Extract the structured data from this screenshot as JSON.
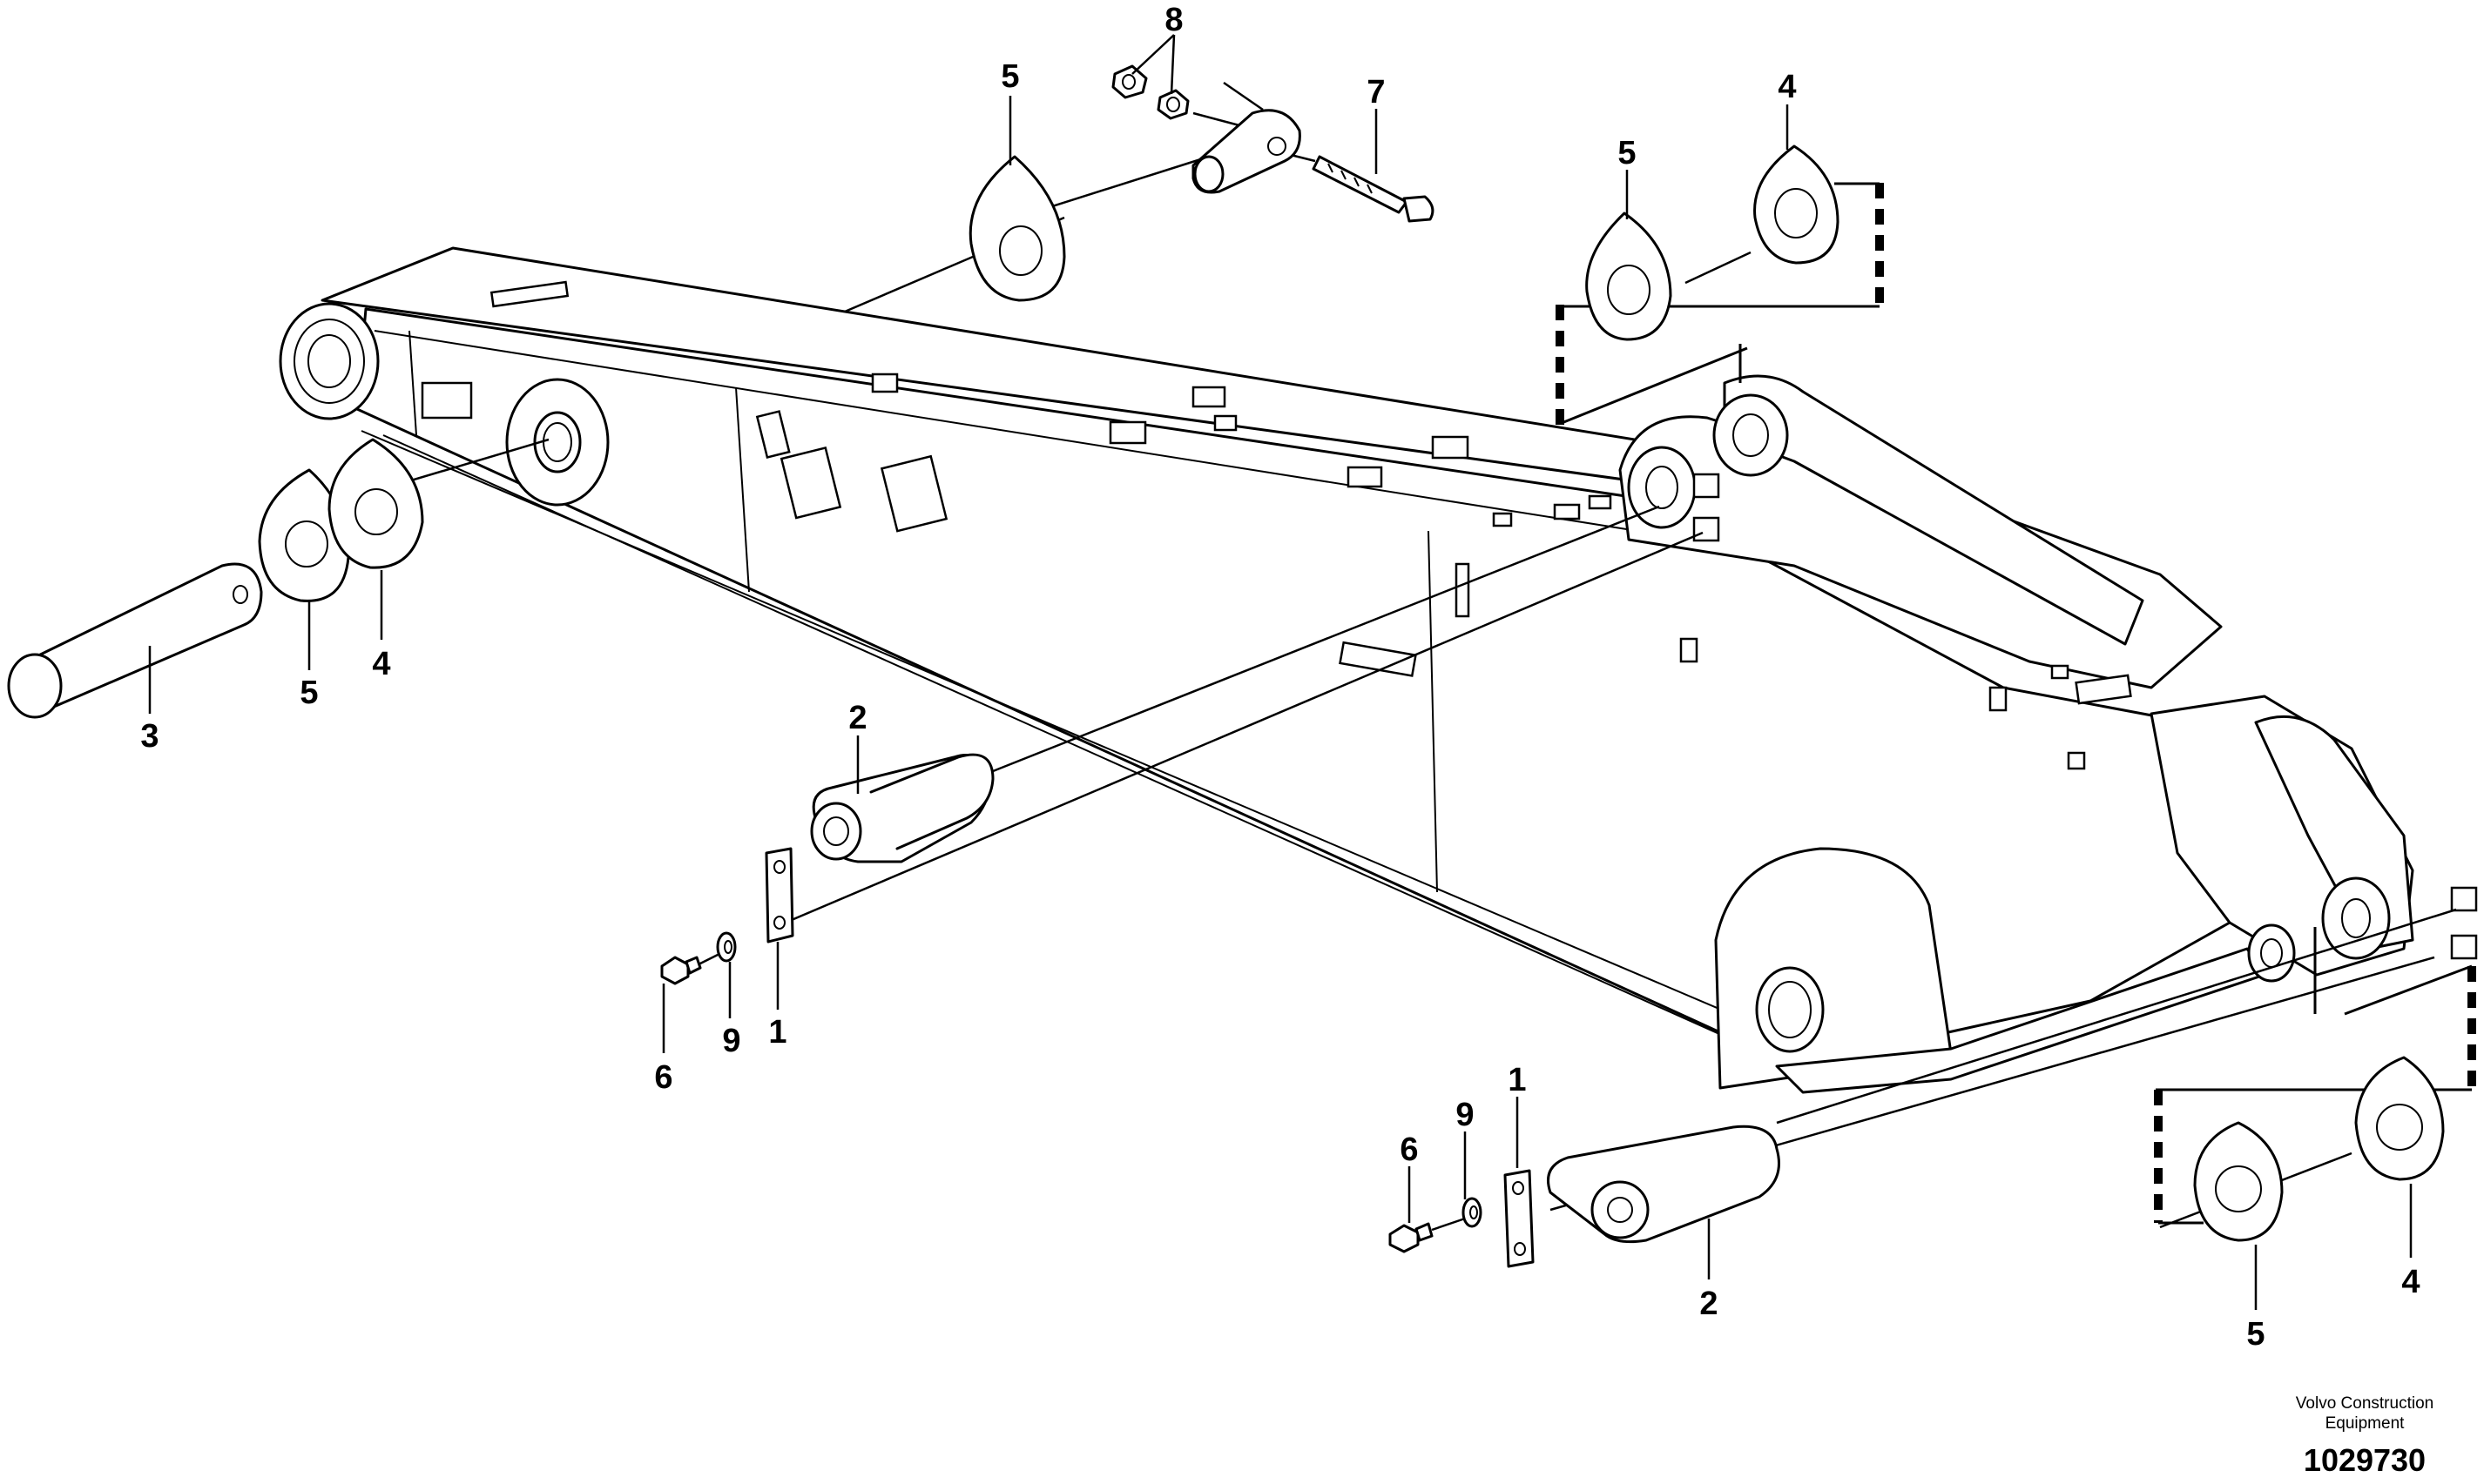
{
  "callouts": [
    {
      "id": "c1",
      "text": "5"
    },
    {
      "id": "c2",
      "text": "8"
    },
    {
      "id": "c3",
      "text": "7"
    },
    {
      "id": "c4",
      "text": "5"
    },
    {
      "id": "c5",
      "text": "4"
    },
    {
      "id": "c6",
      "text": "5"
    },
    {
      "id": "c7",
      "text": "4"
    },
    {
      "id": "c8",
      "text": "3"
    },
    {
      "id": "c9",
      "text": "2"
    },
    {
      "id": "c10",
      "text": "6"
    },
    {
      "id": "c11",
      "text": "9"
    },
    {
      "id": "c12",
      "text": "1"
    },
    {
      "id": "c13",
      "text": "6"
    },
    {
      "id": "c14",
      "text": "9"
    },
    {
      "id": "c15",
      "text": "1"
    },
    {
      "id": "c16",
      "text": "2"
    },
    {
      "id": "c17",
      "text": "5"
    },
    {
      "id": "c18",
      "text": "4"
    }
  ],
  "brand": {
    "line1": "Volvo Construction",
    "line2": "Equipment"
  },
  "figure_number": "1029730"
}
